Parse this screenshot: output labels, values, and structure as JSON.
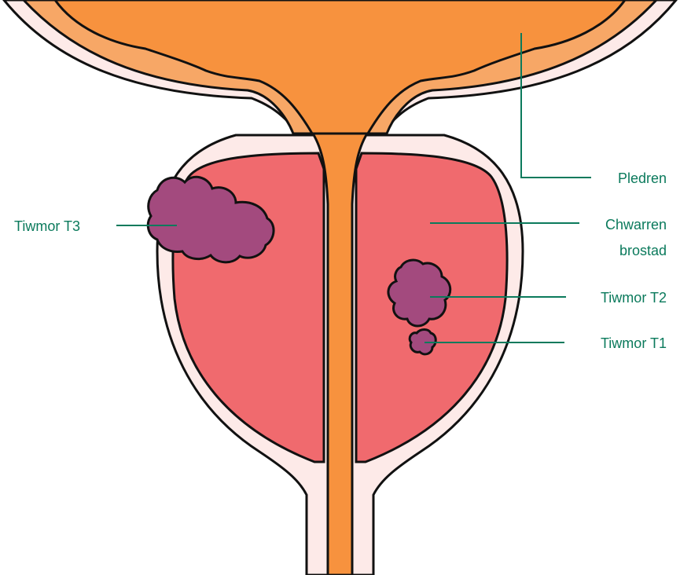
{
  "diagram": {
    "colors": {
      "bladder": "#F7923E",
      "bladder_wall": "#F7A766",
      "prostate": "#F06A6E",
      "capsule": "#FDEAE8",
      "tumour": "#A34A7E",
      "outline": "#111111",
      "label": "#0B7A5C"
    },
    "labels": {
      "bladder": "Pledren",
      "prostate_line1": "Chwarren",
      "prostate_line2": "brostad",
      "tumour_t3": "Tiwmor T3",
      "tumour_t2": "Tiwmor T2",
      "tumour_t1": "Tiwmor T1"
    }
  }
}
